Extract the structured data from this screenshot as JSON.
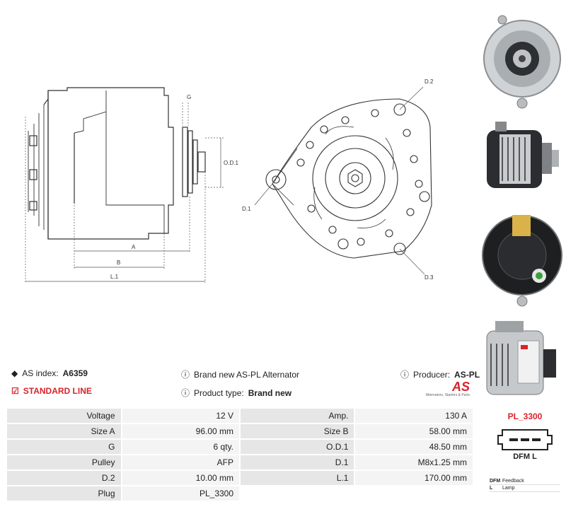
{
  "drawing": {
    "side_labels": {
      "g": "G",
      "od1": "O.D.1",
      "a": "A",
      "b": "B",
      "l1": "L.1"
    },
    "front_labels": {
      "d1": "D.1",
      "d2": "D.2",
      "d3": "D.3"
    }
  },
  "info": {
    "as_index_label": "AS index:",
    "as_index_value": "A6359",
    "description": "Brand new AS-PL Alternator",
    "producer_label": "Producer:",
    "producer_value": "AS-PL",
    "standard_line": "STANDARD LINE",
    "product_type_label": "Product type:",
    "product_type_value": "Brand new",
    "logo_text": "AS",
    "logo_tagline": "Alternators, Starters & Parts"
  },
  "specs": [
    {
      "l1": "Voltage",
      "v1": "12 V",
      "l2": "Amp.",
      "v2": "130 A"
    },
    {
      "l1": "Size A",
      "v1": "96.00 mm",
      "l2": "Size B",
      "v2": "58.00 mm"
    },
    {
      "l1": "G",
      "v1": "6 qty.",
      "l2": "O.D.1",
      "v2": "48.50 mm"
    },
    {
      "l1": "Pulley",
      "v1": "AFP",
      "l2": "D.1",
      "v2": "M8x1.25 mm"
    },
    {
      "l1": "D.2",
      "v1": "10.00 mm",
      "l2": "L.1",
      "v2": "170.00 mm"
    },
    {
      "l1": "Plug",
      "v1": "PL_3300",
      "l2": "",
      "v2": ""
    }
  ],
  "plug": {
    "title": "PL_3300",
    "pins": "DFM  L",
    "legend": [
      {
        "code": "DFM",
        "desc": "Feedback"
      },
      {
        "code": "L",
        "desc": "Lamp"
      }
    ]
  },
  "colors": {
    "accent": "#d8232a",
    "label_bg": "#e6e6e6",
    "value_bg": "#f4f4f4"
  }
}
